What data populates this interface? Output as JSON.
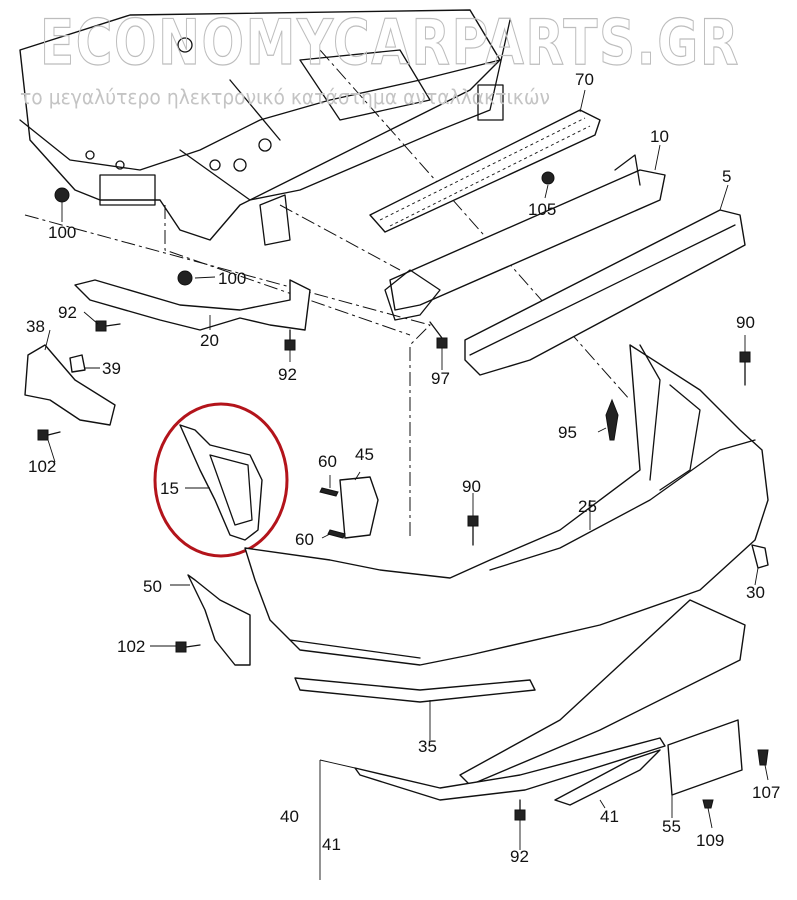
{
  "diagram": {
    "title": "Rear bumper exploded parts diagram",
    "highlight_color": "#b3141b",
    "highlighted_part": "15",
    "labels": [
      "70",
      "10",
      "5",
      "105",
      "100",
      "100",
      "92",
      "20",
      "92",
      "38",
      "39",
      "97",
      "90",
      "95",
      "102",
      "15",
      "60",
      "45",
      "60",
      "90",
      "25",
      "30",
      "50",
      "102",
      "35",
      "40",
      "41",
      "92",
      "41",
      "55",
      "109",
      "107"
    ],
    "watermark": {
      "brand": "ECONOMYCARPARTS.GR",
      "tagline": "το μεγαλύτερο ηλεκτρονικό κατάστημα ανταλλακτικών"
    }
  }
}
